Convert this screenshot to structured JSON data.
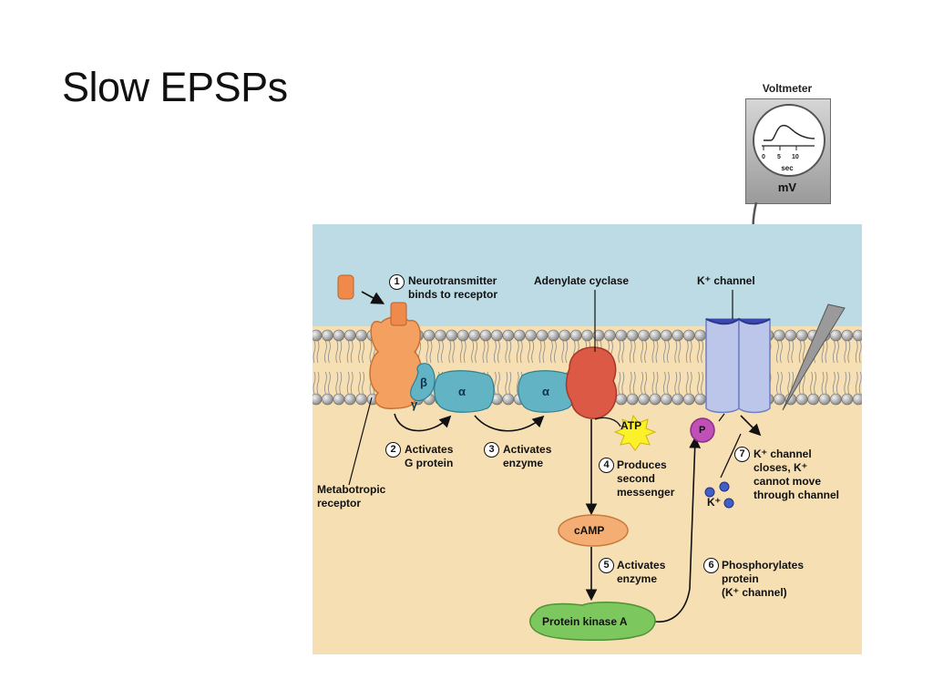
{
  "slide": {
    "title": "Slow EPSPs"
  },
  "voltmeter": {
    "label": "Voltmeter",
    "unit": "mV",
    "time_label": "sec",
    "ticks": [
      "0",
      "5",
      "10"
    ]
  },
  "diagram": {
    "labels": {
      "neurotransmitter": "Neurotransmitter\nbinds to receptor",
      "adenylate_cyclase": "Adenylate cyclase",
      "k_channel": "K⁺ channel",
      "metabotropic_receptor": "Metabotropic\nreceptor",
      "activates_g_protein": "Activates\nG protein",
      "activates_enzyme_1": "Activates\nenzyme",
      "produces_second_messenger": "Produces\nsecond\nmessenger",
      "k_channel_closes": "K⁺ channel\ncloses, K⁺\ncannot move\nthrough channel",
      "activates_enzyme_2": "Activates\nenzyme",
      "phosphorylates_protein": "Phosphorylates\nprotein\n(K⁺ channel)",
      "k_ion": "K⁺",
      "atp": "ATP",
      "camp": "cAMP",
      "protein_kinase_a": "Protein kinase A",
      "phosphate": "P",
      "beta": "β",
      "gamma": "γ",
      "alpha": "α"
    },
    "steps": [
      "1",
      "2",
      "3",
      "4",
      "5",
      "6",
      "7"
    ]
  },
  "colors": {
    "extracellular": "#bcdbe5",
    "cytoplasm": "#f7dfb4",
    "receptor": "#f3a060",
    "g_protein": "#62b3c3",
    "adenylate_cyclase": "#dc5a45",
    "k_channel": "#bcc5ea",
    "camp": "#f4ad73",
    "protein_kinase_a": "#7cc85e",
    "atp": "#fbf02a",
    "phosphate": "#c050b8"
  }
}
